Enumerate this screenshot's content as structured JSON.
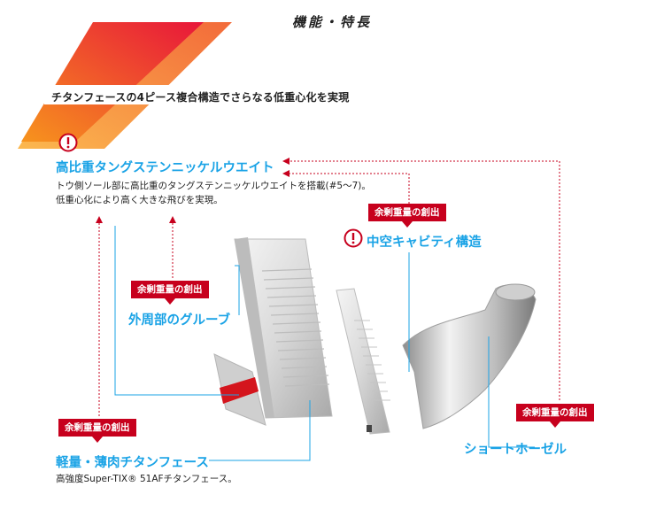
{
  "section_title": "機能・特長",
  "subtitle": "チタンフェースの4ピース複合構造でさらなる低重心化を実現",
  "features": {
    "tungsten": {
      "title": "高比重タングステンニッケルウエイト",
      "desc_line1": "トウ側ソール部に高比重のタングステンニッケルウエイトを搭載(#5〜7)。",
      "desc_line2": "低重心化により高く大きな飛びを実現。"
    },
    "cavity": {
      "badge": "余剰重量の創出",
      "title": "中空キャビティ構造"
    },
    "groove": {
      "badge": "余剰重量の創出",
      "title": "外周部のグルーブ"
    },
    "face": {
      "badge": "余剰重量の創出",
      "title": "軽量・薄肉チタンフェース",
      "desc": "高強度Super-TIX® 51AFチタンフェース。"
    },
    "hosel": {
      "badge": "余剰重量の創出",
      "title": "ショートホーゼル"
    }
  },
  "colors": {
    "accent_blue": "#1aa3e6",
    "badge_red": "#c7001d",
    "stripe_red": "#e8163a",
    "stripe_orange": "#f7941d"
  }
}
